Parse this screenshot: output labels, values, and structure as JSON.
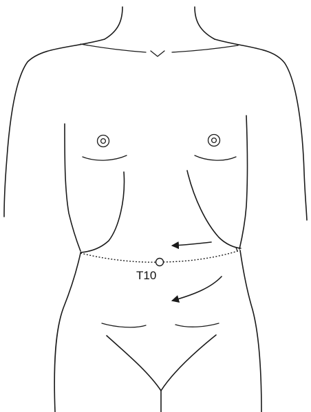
{
  "diagram": {
    "dermatome_label": "T10",
    "colors": {
      "line": "#1a1a1a",
      "background": "#ffffff",
      "marker_fill": "#ffffff"
    },
    "arrows": [
      {
        "name": "upper-arrow",
        "direction": "left"
      },
      {
        "name": "lower-arrow",
        "direction": "down-left"
      }
    ]
  }
}
